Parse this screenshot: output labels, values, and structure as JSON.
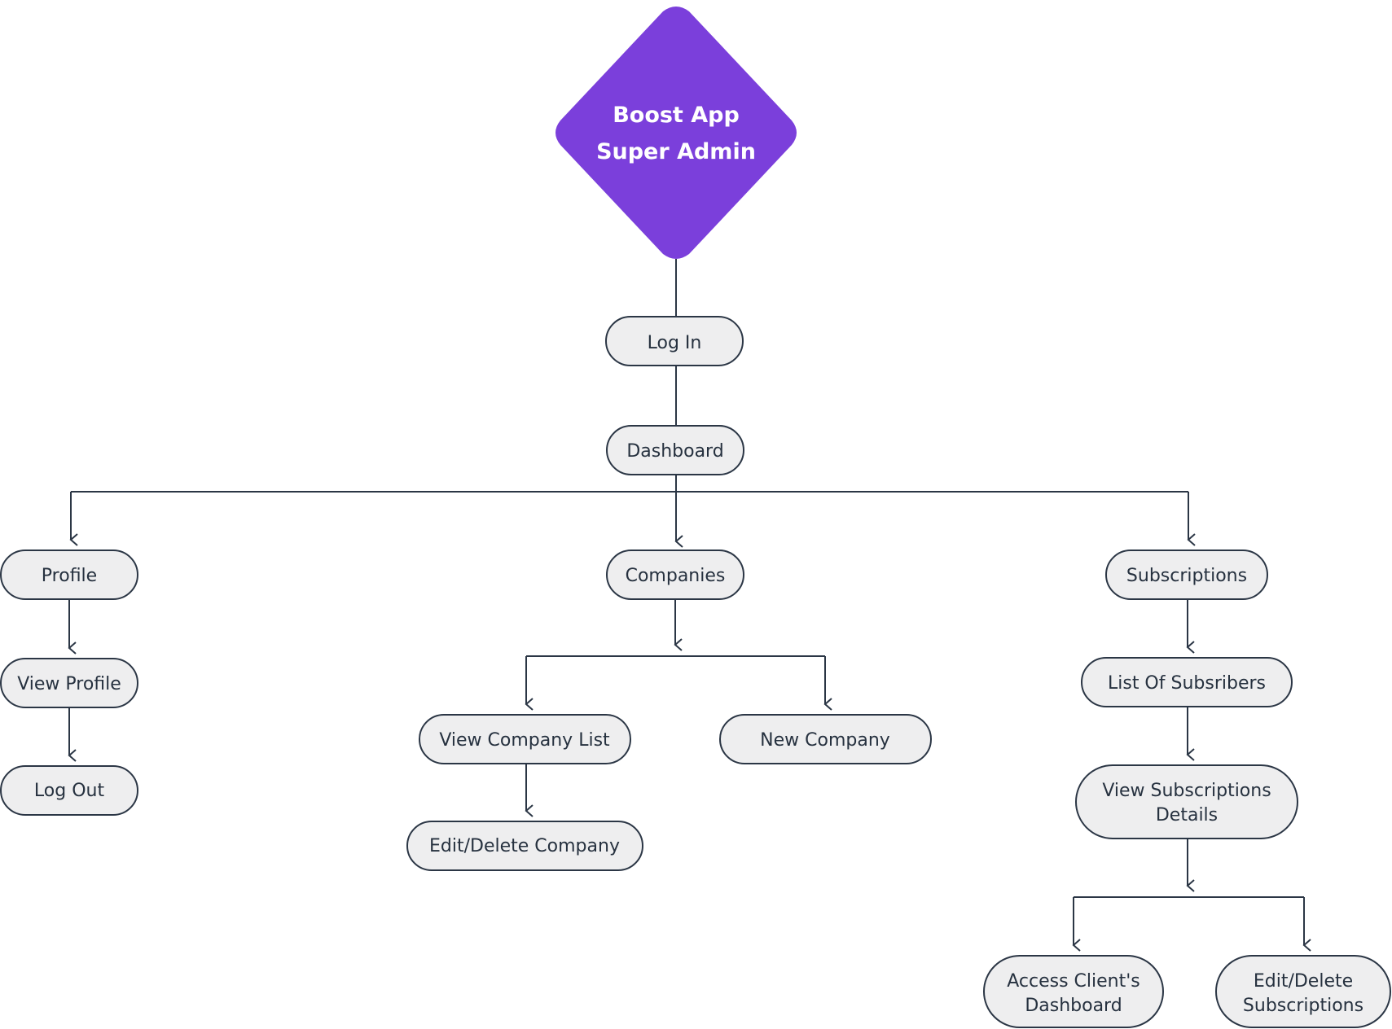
{
  "colors": {
    "root_fill": "#7B3FDB",
    "node_fill": "#EEEEEF",
    "node_stroke": "#2b3645",
    "line": "#2b3645",
    "text": "#26313f"
  },
  "root": {
    "lines": [
      "Boost App",
      "Super Admin"
    ]
  },
  "nodes": {
    "login": "Log In",
    "dashboard": "Dashboard",
    "profile": "Profile",
    "view_profile": "View Profile",
    "log_out": "Log Out",
    "companies": "Companies",
    "view_company_list": "View Company List",
    "new_company": "New Company",
    "edit_delete_company": "Edit/Delete Company",
    "subscriptions": "Subscriptions",
    "list_of_subscribers": "List Of Subsribers",
    "view_subscriptions_details": [
      "View Subscriptions",
      "Details"
    ],
    "access_client_dashboard": [
      "Access Client's",
      "Dashboard"
    ],
    "edit_delete_subscriptions": [
      "Edit/Delete",
      "Subscriptions"
    ]
  }
}
